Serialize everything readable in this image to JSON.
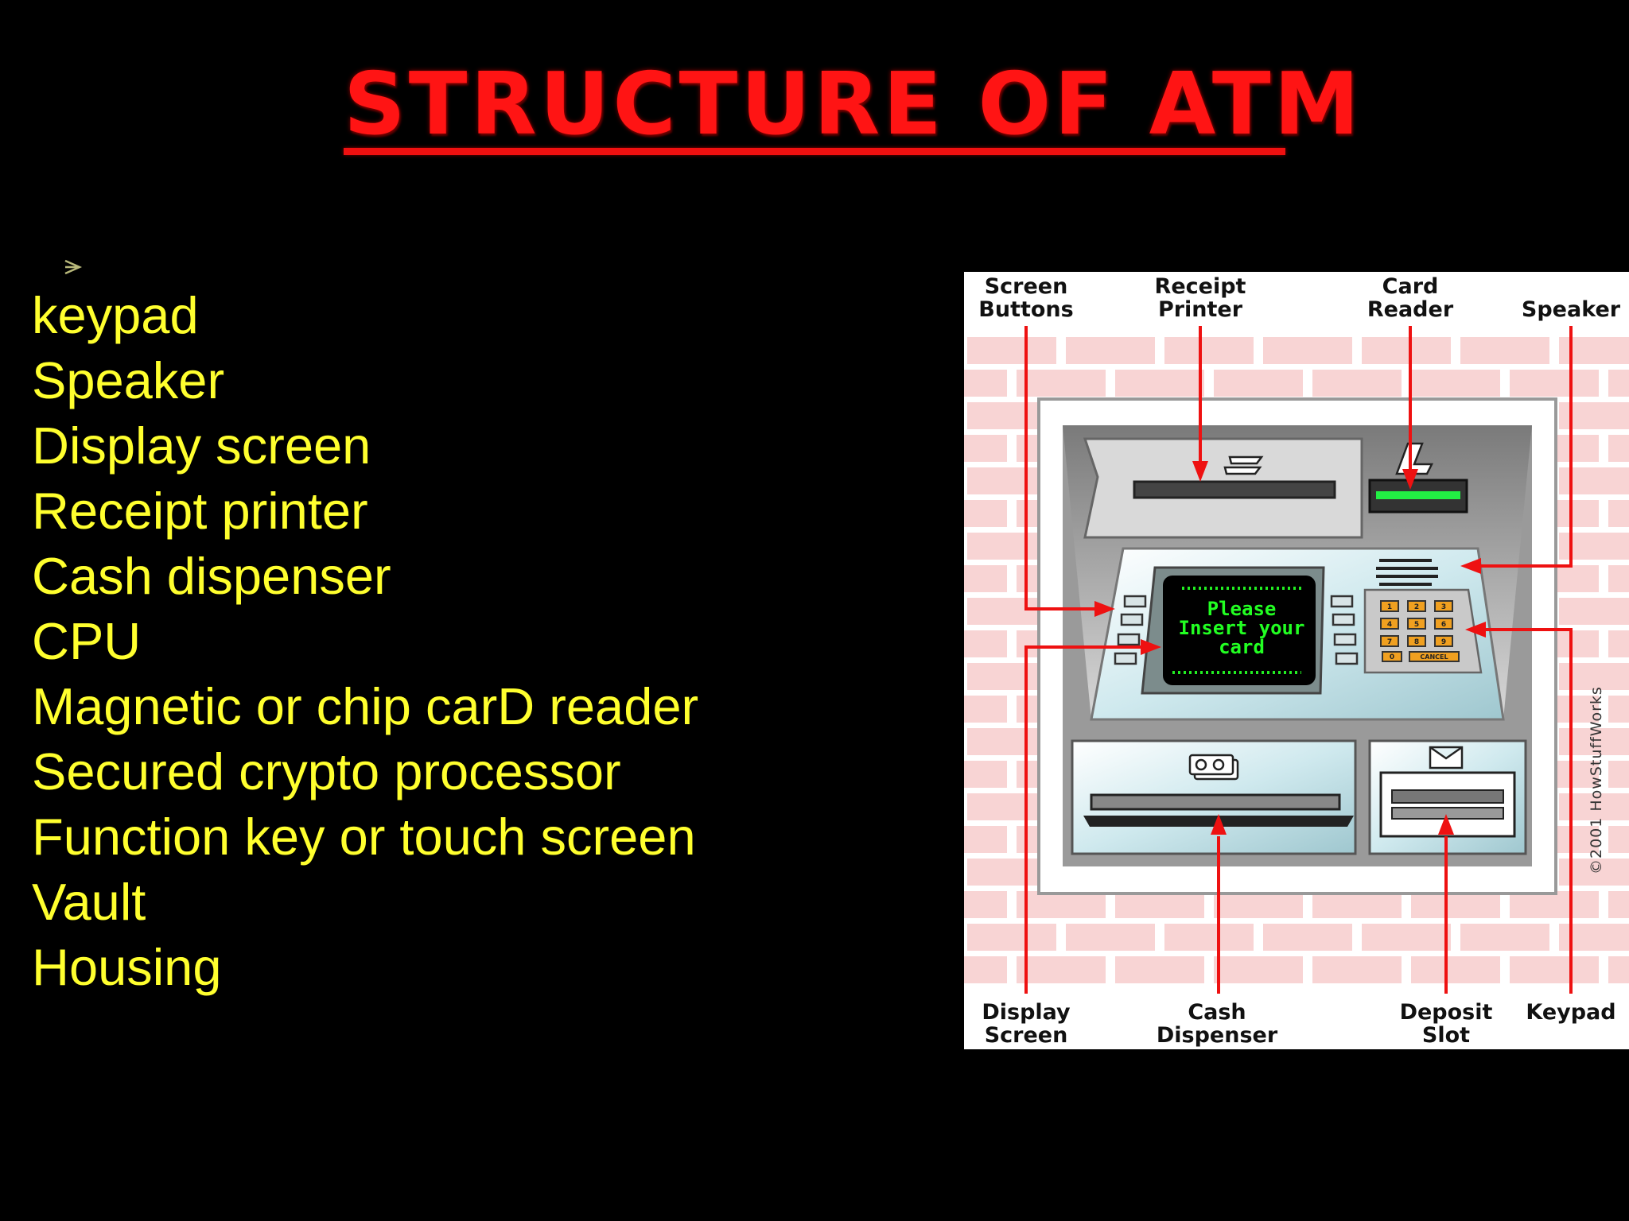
{
  "title": "STRUCTURE OF ATM",
  "bullet_marker": "arrow-bullet-icon",
  "components": [
    "keypad",
    "Speaker",
    "Display screen",
    "Receipt printer",
    "Cash dispenser",
    "CPU",
    "Magnetic or chip carD reader",
    "Secured crypto processor",
    "Function key or touch screen",
    "Vault",
    "Housing"
  ],
  "diagram": {
    "labels": {
      "screen_buttons": [
        "Screen",
        "Buttons"
      ],
      "receipt_printer": [
        "Receipt",
        "Printer"
      ],
      "card_reader": [
        "Card",
        "Reader"
      ],
      "speaker": "Speaker",
      "display_screen": [
        "Display",
        "Screen"
      ],
      "cash_dispenser": [
        "Cash",
        "Dispenser"
      ],
      "deposit_slot": [
        "Deposit",
        "Slot"
      ],
      "keypad": "Keypad"
    },
    "screen_message": [
      "Please",
      "Insert your",
      "card"
    ],
    "keypad_keys": [
      "1",
      "2",
      "3",
      "4",
      "5",
      "6",
      "7",
      "8",
      "9",
      "0",
      "CANCEL"
    ],
    "copyright": "©2001 HowStuffWorks"
  },
  "colors": {
    "title": "#ff1414",
    "list_text": "#ffff2e",
    "background": "#000000",
    "arrow": "#ee1111",
    "screen_text": "#22ff22"
  }
}
